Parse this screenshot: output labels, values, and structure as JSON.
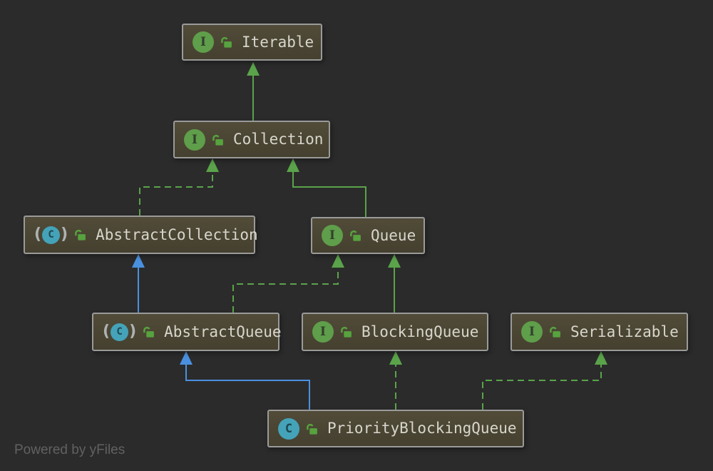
{
  "diagram": {
    "kind": "uml-class-hierarchy",
    "nodes": [
      {
        "id": "iterable",
        "label": "Iterable",
        "type": "interface"
      },
      {
        "id": "collection",
        "label": "Collection",
        "type": "interface"
      },
      {
        "id": "abstract-collection",
        "label": "AbstractCollection",
        "type": "abstract-class"
      },
      {
        "id": "queue",
        "label": "Queue",
        "type": "interface"
      },
      {
        "id": "abstract-queue",
        "label": "AbstractQueue",
        "type": "abstract-class"
      },
      {
        "id": "blocking-queue",
        "label": "BlockingQueue",
        "type": "interface"
      },
      {
        "id": "serializable",
        "label": "Serializable",
        "type": "interface"
      },
      {
        "id": "priority-blocking-queue",
        "label": "PriorityBlockingQueue",
        "type": "class"
      }
    ],
    "edges": [
      {
        "from": "Collection",
        "to": "Iterable",
        "relation": "extends",
        "line": "solid",
        "color": "#5aa34a"
      },
      {
        "from": "AbstractCollection",
        "to": "Collection",
        "relation": "implements",
        "line": "dashed",
        "color": "#5aa34a"
      },
      {
        "from": "Queue",
        "to": "Collection",
        "relation": "extends",
        "line": "solid",
        "color": "#5aa34a"
      },
      {
        "from": "AbstractQueue",
        "to": "AbstractCollection",
        "relation": "extends",
        "line": "solid",
        "color": "#4a90e0"
      },
      {
        "from": "AbstractQueue",
        "to": "Queue",
        "relation": "implements",
        "line": "dashed",
        "color": "#5aa34a"
      },
      {
        "from": "BlockingQueue",
        "to": "Queue",
        "relation": "extends",
        "line": "solid",
        "color": "#5aa34a"
      },
      {
        "from": "PriorityBlockingQueue",
        "to": "AbstractQueue",
        "relation": "extends",
        "line": "solid",
        "color": "#4a90e0"
      },
      {
        "from": "PriorityBlockingQueue",
        "to": "BlockingQueue",
        "relation": "implements",
        "line": "dashed",
        "color": "#5aa34a"
      },
      {
        "from": "PriorityBlockingQueue",
        "to": "Serializable",
        "relation": "implements",
        "line": "dashed",
        "color": "#5aa34a"
      }
    ],
    "icons": {
      "interface_letter": "I",
      "class_letter": "C",
      "abstract_paren_left": "(",
      "abstract_paren_right": ")",
      "lock_meaning": "public-access-open-lock"
    },
    "colors": {
      "background": "#2b2b2b",
      "node_fill_top": "#514b38",
      "node_fill_bottom": "#45402f",
      "node_border": "#9a9a9a",
      "node_text": "#d8d6cc",
      "extends_interface_green": "#5aa34a",
      "extends_class_blue": "#4a90e0",
      "interface_icon_green": "#5f9e4a",
      "class_icon_teal": "#44a3b8"
    }
  },
  "footer": {
    "credit": "Powered by yFiles"
  }
}
